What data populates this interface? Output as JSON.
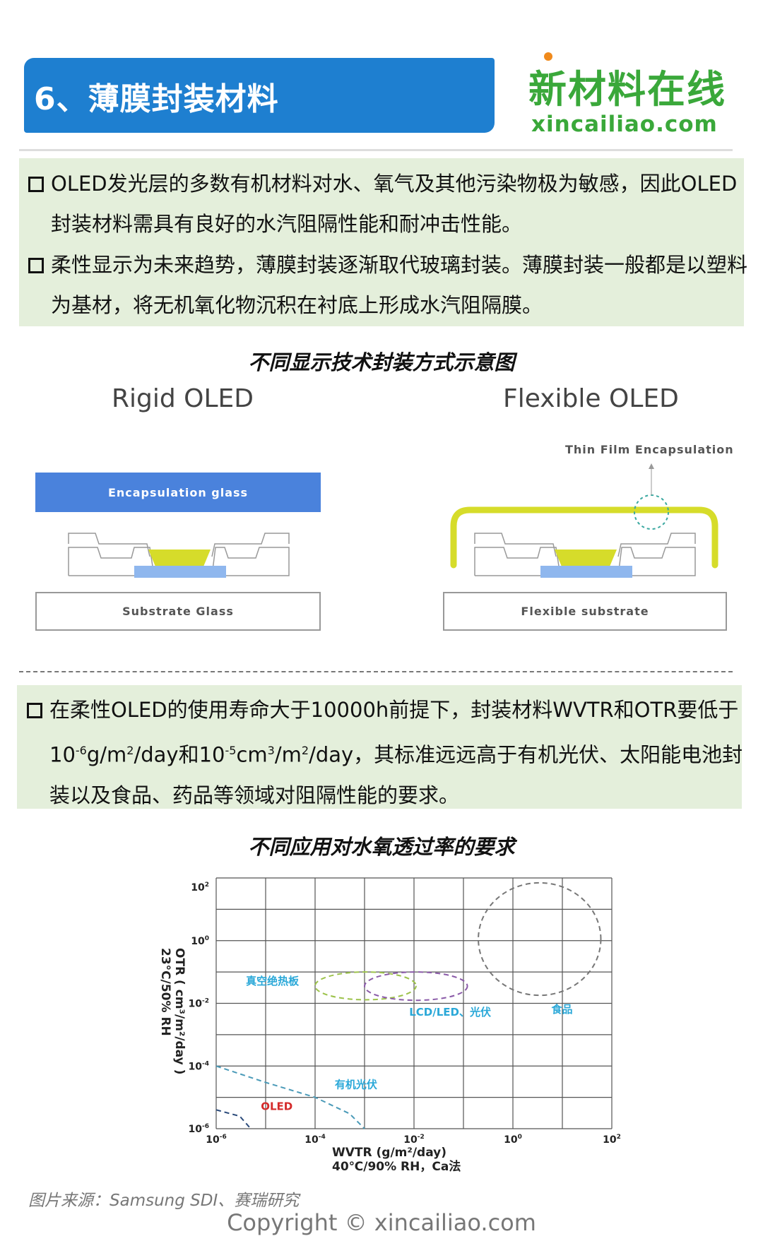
{
  "header": {
    "title": "6、薄膜封装材料",
    "logo_cn": "新材料在线",
    "logo_en": "xincailiao.com"
  },
  "intro": {
    "bullets": [
      "OLED发光层的多数有机材料对水、氧气及其他污染物极为敏感，因此OLED封装材料需具有良好的水汽阻隔性能和耐冲击性能。",
      "柔性显示为未来趋势，薄膜封装逐渐取代玻璃封装。薄膜封装一般都是以塑料为基材，将无机氧化物沉积在衬底上形成水汽阻隔膜。"
    ]
  },
  "diagram": {
    "title": "不同显示技术封装方式示意图",
    "rigid": {
      "label": "Rigid OLED",
      "top": "Encapsulation  glass",
      "substrate": "Substrate Glass"
    },
    "flexible": {
      "label": "Flexible OLED",
      "callout": "Thin Film Encapsulation",
      "substrate": "Flexible substrate"
    },
    "colors": {
      "glass": "#4a82dc",
      "emitter": "#d6dc2a",
      "electrode": "#8fb7ee",
      "tfe": "#d6dc2a"
    }
  },
  "requirement": {
    "p1": "在柔性OLED的使用寿命大于10000h前提下，封装材料WVTR和OTR要低于10",
    "sup1": "-6",
    "p2": "g/m",
    "sup2": "2",
    "p3": "/day和10",
    "sup3": "-5",
    "p4": "cm",
    "sup4": "3",
    "p5": "/m",
    "sup5": "2",
    "p6": "/day，其标准远远高于有机光伏、太阳能电池封装以及食品、药品等领域对阻隔性能的要求。"
  },
  "chart_data": {
    "type": "scatter",
    "title": "不同应用对水氧透过率的要求",
    "xlabel": "WVTR  (g/m²/day)",
    "xlabel2": "40℃/90% RH，Ca法",
    "ylabel": "OTR ( cm³/m²/day )",
    "ylabel2": "23°C/50% RH",
    "xscale": "log",
    "yscale": "log",
    "xlim": [
      1e-06,
      100.0
    ],
    "ylim": [
      1e-06,
      100.0
    ],
    "grid": true,
    "xticks": [
      {
        "base": "10",
        "exp": "-6",
        "v": -6
      },
      {
        "base": "10",
        "exp": "-4",
        "v": -4
      },
      {
        "base": "10",
        "exp": "-2",
        "v": -2
      },
      {
        "base": "10",
        "exp": "0",
        "v": 0
      },
      {
        "base": "10",
        "exp": "2",
        "v": 2
      }
    ],
    "yticks": [
      {
        "base": "10",
        "exp": "2",
        "v": 2
      },
      {
        "base": "10",
        "exp": "0",
        "v": 0
      },
      {
        "base": "10",
        "exp": "-2",
        "v": -2
      },
      {
        "base": "10",
        "exp": "-4",
        "v": -4
      },
      {
        "base": "10",
        "exp": "-6",
        "v": -6
      }
    ],
    "regions": [
      {
        "name": "食品",
        "shape": "ellipse",
        "wvtr_range": [
          0.2,
          60
        ],
        "otr_range": [
          0.018,
          70
        ],
        "color": "#777777",
        "label_at": [
          6,
          0.005
        ],
        "label_color": "#2aa8d8"
      },
      {
        "name": "真空绝热板",
        "shape": "ellipse",
        "wvtr_range": [
          0.0001,
          0.011
        ],
        "otr_range": [
          0.013,
          0.1
        ],
        "color": "#9cc24a",
        "label_at": [
          4e-06,
          0.04
        ],
        "label_color": "#2aa8d8"
      },
      {
        "name": "LCD/LED、光伏",
        "shape": "ellipse",
        "wvtr_range": [
          0.001,
          0.12
        ],
        "otr_range": [
          0.0125,
          0.1
        ],
        "color": "#8a5aa8",
        "label_at": [
          0.008,
          0.004
        ],
        "label_color": "#2aa8d8"
      },
      {
        "name": "有机光伏",
        "shape": "curve",
        "points": [
          [
            1e-06,
            0.0001
          ],
          [
            1e-05,
            3e-05
          ],
          [
            0.0001,
            1e-05
          ],
          [
            0.0005,
            3e-06
          ],
          [
            0.001,
            1e-06
          ]
        ],
        "color": "#4a9ab8",
        "label_at": [
          0.00025,
          2e-05
        ],
        "label_color": "#2aa8d8"
      },
      {
        "name": "OLED",
        "shape": "curve",
        "points": [
          [
            1e-06,
            4e-06
          ],
          [
            3e-06,
            2.5e-06
          ],
          [
            5e-06,
            1e-06
          ]
        ],
        "color": "#2a4a7a",
        "label_at": [
          8e-06,
          4e-06
        ],
        "label_color": "#d42a2a"
      }
    ]
  },
  "footer": {
    "source": "图片来源：Samsung SDI、赛瑞研究",
    "copyright": "Copyright © xincailiao.com"
  }
}
